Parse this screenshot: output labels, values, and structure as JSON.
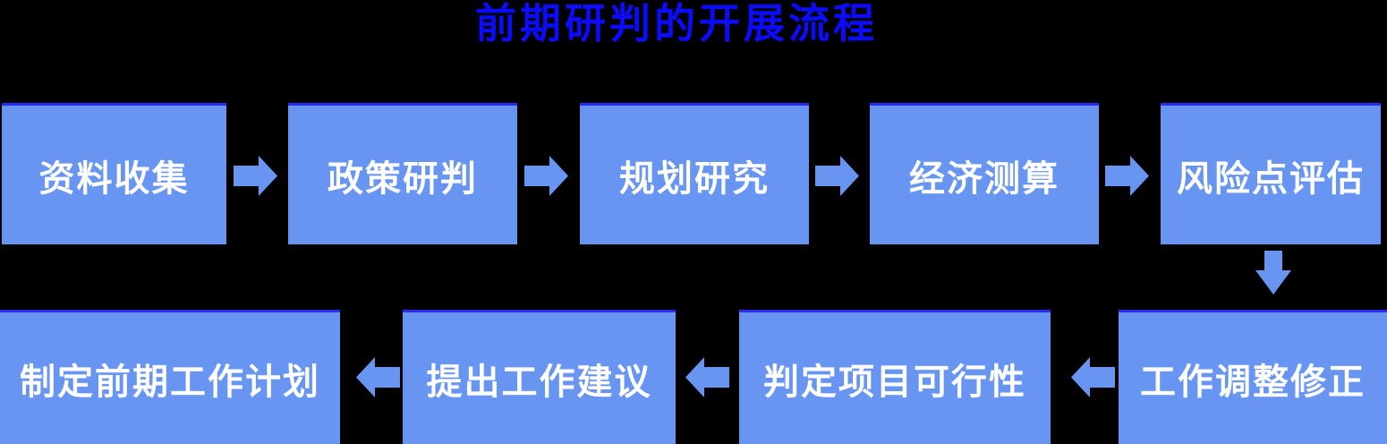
{
  "title": "前期研判的开展流程",
  "colors": {
    "background": "#000000",
    "box_fill": "#6795F1",
    "box_top_edge": "#2b2bf2",
    "box_text": "#ffffff",
    "title_text": "#0c0cfa",
    "arrow_fill": "#6795F1"
  },
  "nodes": [
    {
      "step": 1,
      "label": "资料收集"
    },
    {
      "step": 2,
      "label": "政策研判"
    },
    {
      "step": 3,
      "label": "规划研究"
    },
    {
      "step": 4,
      "label": "经济测算"
    },
    {
      "step": 5,
      "label": "风险点评估"
    },
    {
      "step": 6,
      "label": "工作调整修正"
    },
    {
      "step": 7,
      "label": "判定项目可行性"
    },
    {
      "step": 8,
      "label": "提出工作建议"
    },
    {
      "step": 9,
      "label": "制定前期工作计划"
    }
  ],
  "arrows": [
    {
      "from": "资料收集",
      "to": "政策研判",
      "direction": "right"
    },
    {
      "from": "政策研判",
      "to": "规划研究",
      "direction": "right"
    },
    {
      "from": "规划研究",
      "to": "经济测算",
      "direction": "right"
    },
    {
      "from": "经济测算",
      "to": "风险点评估",
      "direction": "right"
    },
    {
      "from": "风险点评估",
      "to": "工作调整修正",
      "direction": "down"
    },
    {
      "from": "工作调整修正",
      "to": "判定项目可行性",
      "direction": "left"
    },
    {
      "from": "判定项目可行性",
      "to": "提出工作建议",
      "direction": "left"
    },
    {
      "from": "提出工作建议",
      "to": "制定前期工作计划",
      "direction": "left"
    }
  ]
}
